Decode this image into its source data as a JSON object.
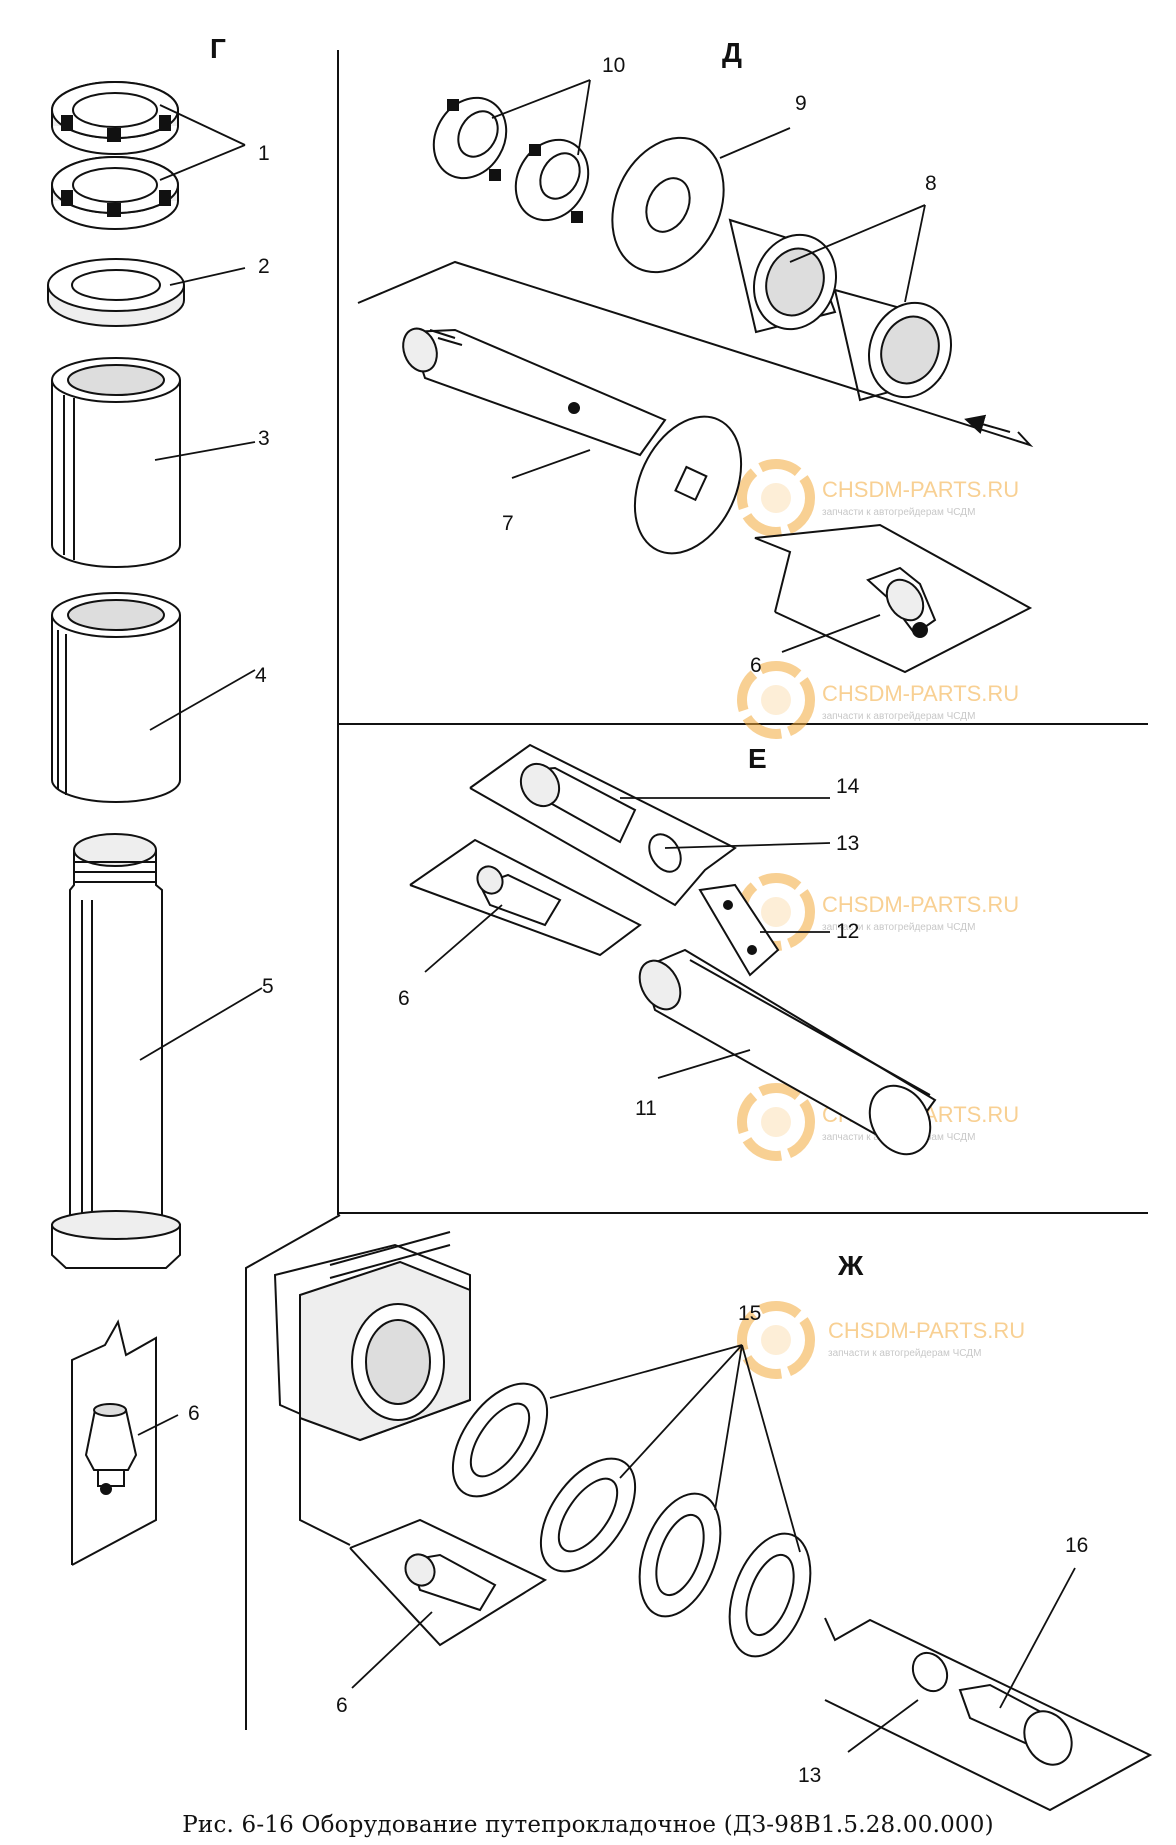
{
  "sections": {
    "g": "Г",
    "d": "Д",
    "e": "Е",
    "zh": "Ж"
  },
  "callouts": {
    "n1": "1",
    "n2": "2",
    "n3": "3",
    "n4": "4",
    "n5": "5",
    "n6a": "6",
    "n6b": "6",
    "n6c": "6",
    "n6d": "6",
    "n7": "7",
    "n8": "8",
    "n9": "9",
    "n10": "10",
    "n11": "11",
    "n12": "12",
    "n13a": "13",
    "n13b": "13",
    "n14": "14",
    "n15": "15",
    "n16": "16"
  },
  "watermark": {
    "brand": "CHSDM-PARTS.RU",
    "tagline": "запчасти к автогрейдерам ЧСДМ",
    "color": "#f2a93b"
  },
  "caption": "Рис. 6-16 Оборудование путепрокладочное (ДЗ-98В1.5.28.00.000)"
}
